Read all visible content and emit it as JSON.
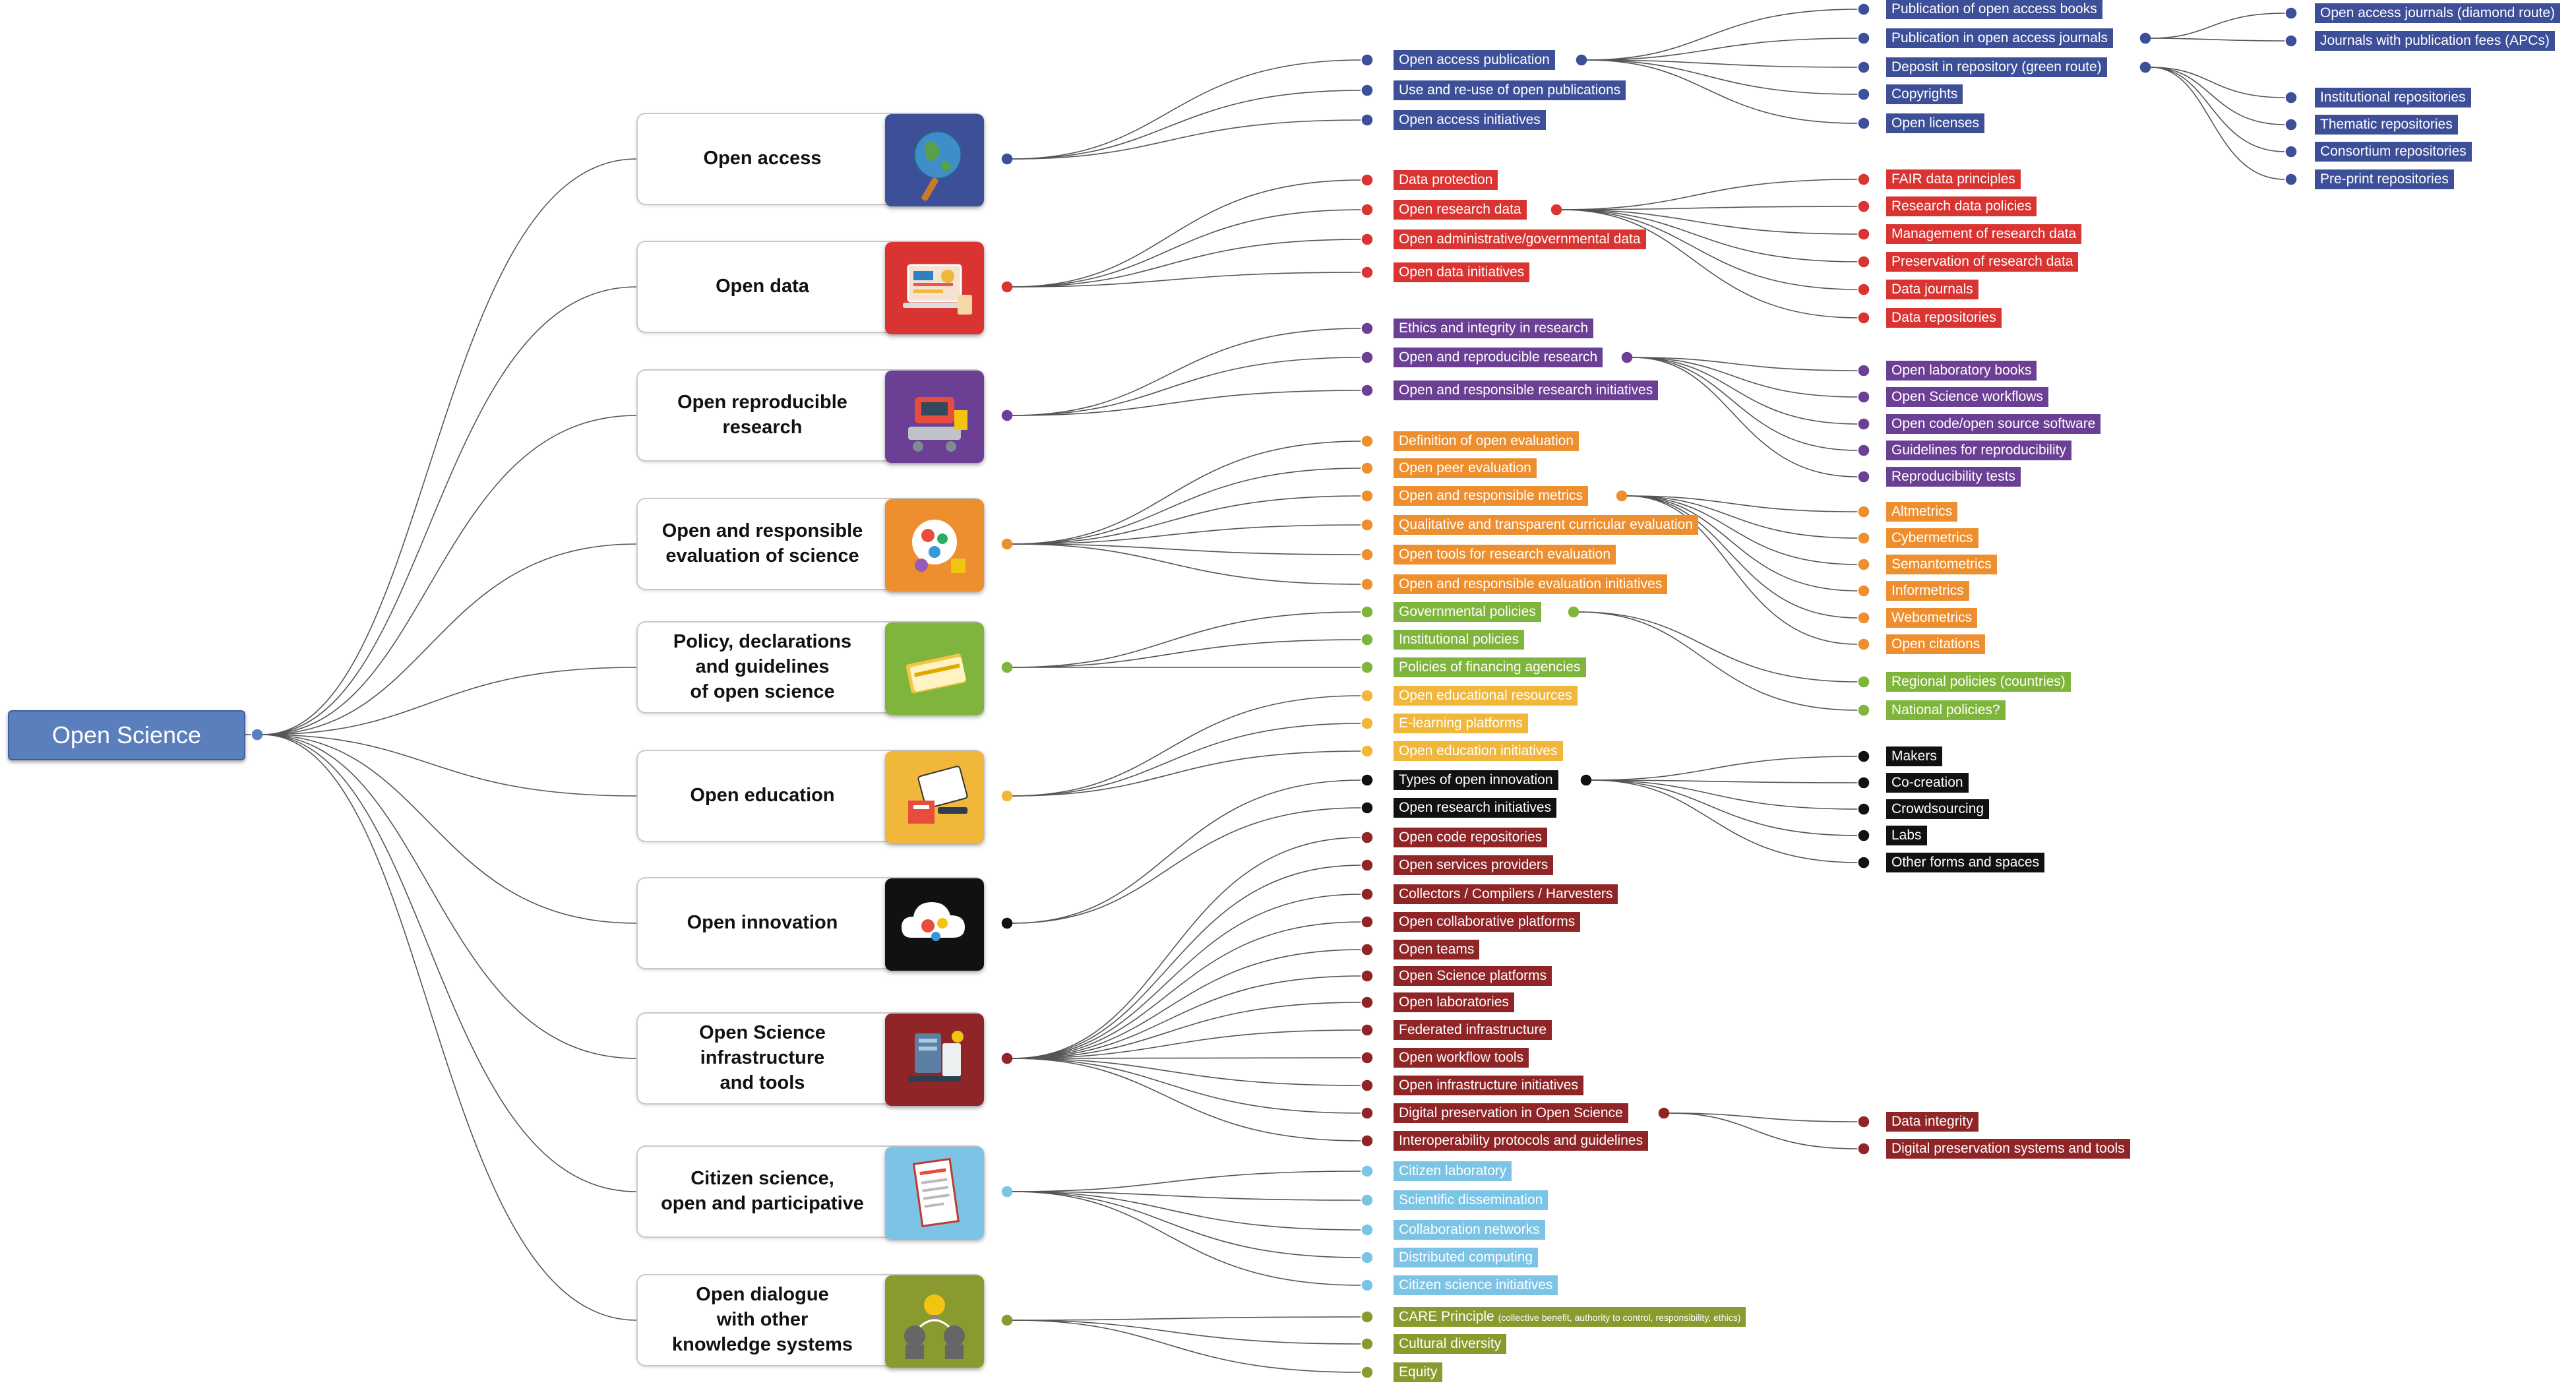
{
  "root": {
    "label": "Open Science",
    "color": "#5b7fbd"
  },
  "categories": [
    {
      "id": "open-access",
      "label": "Open access",
      "color": "#3d4f98",
      "icon": "globe-search-icon",
      "items": [
        {
          "label": "Open access publication"
        },
        {
          "label": "Use and re-use of open publications"
        },
        {
          "label": "Open access initiatives"
        }
      ],
      "subgroups": [
        {
          "parent": 0,
          "items": [
            {
              "label": "Publication of open access books"
            },
            {
              "label": "Publication in open access journals"
            },
            {
              "label": "Deposit in repository (green route)"
            },
            {
              "label": "Copyrights"
            },
            {
              "label": "Open licenses"
            }
          ],
          "subgroups": [
            {
              "parent": 1,
              "items": [
                {
                  "label": "Open access journals (diamond route)"
                },
                {
                  "label": "Journals with publication fees (APCs)"
                }
              ]
            },
            {
              "parent": 2,
              "items": [
                {
                  "label": "Institutional repositories"
                },
                {
                  "label": "Thematic repositories"
                },
                {
                  "label": "Consortium repositories"
                },
                {
                  "label": "Pre-print repositories"
                }
              ]
            }
          ]
        }
      ]
    },
    {
      "id": "open-data",
      "label": "Open data",
      "color": "#d93431",
      "icon": "laptop-data-icon",
      "items": [
        {
          "label": "Data protection"
        },
        {
          "label": "Open research data"
        },
        {
          "label": "Open administrative/governmental data"
        },
        {
          "label": "Open data initiatives"
        }
      ],
      "subgroups": [
        {
          "parent": 1,
          "items": [
            {
              "label": "FAIR data principles"
            },
            {
              "label": "Research data policies"
            },
            {
              "label": "Management of research data"
            },
            {
              "label": "Preservation of research data"
            },
            {
              "label": "Data journals"
            },
            {
              "label": "Data repositories"
            }
          ]
        }
      ]
    },
    {
      "id": "open-reproducible-research",
      "label": "Open reproducible\nresearch",
      "color": "#6b3f94",
      "icon": "lab-robot-icon",
      "items": [
        {
          "label": "Ethics and integrity in research"
        },
        {
          "label": "Open and reproducible research"
        },
        {
          "label": "Open and responsible research initiatives"
        }
      ],
      "subgroups": [
        {
          "parent": 1,
          "items": [
            {
              "label": "Open laboratory books"
            },
            {
              "label": "Open Science workflows"
            },
            {
              "label": "Open code/open source software"
            },
            {
              "label": "Guidelines for reproducibility"
            },
            {
              "label": "Reproducibility tests"
            }
          ]
        }
      ]
    },
    {
      "id": "open-responsible-evaluation",
      "label": "Open and responsible\nevaluation of science",
      "color": "#ee8f2f",
      "icon": "evaluation-icon",
      "items": [
        {
          "label": "Definition of open evaluation"
        },
        {
          "label": "Open peer evaluation"
        },
        {
          "label": "Open and responsible metrics"
        },
        {
          "label": "Qualitative and transparent curricular evaluation"
        },
        {
          "label": "Open tools for research evaluation"
        },
        {
          "label": "Open and responsible evaluation initiatives"
        }
      ],
      "subgroups": [
        {
          "parent": 2,
          "items": [
            {
              "label": "Altmetrics"
            },
            {
              "label": "Cybermetrics"
            },
            {
              "label": "Semantometrics"
            },
            {
              "label": "Informetrics"
            },
            {
              "label": "Webometrics"
            },
            {
              "label": "Open citations"
            }
          ]
        }
      ]
    },
    {
      "id": "policy-declarations",
      "label": "Policy, declarations\nand guidelines\nof open science",
      "color": "#7fb53c",
      "icon": "documents-icon",
      "items": [
        {
          "label": "Governmental policies"
        },
        {
          "label": "Institutional policies"
        },
        {
          "label": "Policies of financing agencies"
        }
      ],
      "subgroups": [
        {
          "parent": 0,
          "items": [
            {
              "label": "Regional policies (countries)"
            },
            {
              "label": "National policies?"
            }
          ]
        }
      ]
    },
    {
      "id": "open-education",
      "label": "Open education",
      "color": "#f0b73b",
      "icon": "laptop-books-icon",
      "items": [
        {
          "label": "Open educational resources"
        },
        {
          "label": "E-learning platforms"
        },
        {
          "label": "Open education initiatives"
        }
      ],
      "subgroups": []
    },
    {
      "id": "open-innovation",
      "label": "Open innovation",
      "color": "#111111",
      "icon": "cloud-gears-icon",
      "items": [
        {
          "label": "Types of open innovation"
        },
        {
          "label": "Open research initiatives"
        }
      ],
      "subgroups": [
        {
          "parent": 0,
          "items": [
            {
              "label": "Makers"
            },
            {
              "label": "Co-creation"
            },
            {
              "label": "Crowdsourcing"
            },
            {
              "label": "Labs"
            },
            {
              "label": "Other forms and spaces"
            }
          ]
        }
      ]
    },
    {
      "id": "open-science-infrastructure",
      "label": "Open Science\ninfrastructure\nand tools",
      "color": "#8f2527",
      "icon": "infrastructure-tools-icon",
      "items": [
        {
          "label": "Open code repositories"
        },
        {
          "label": "Open services providers"
        },
        {
          "label": "Collectors / Compilers / Harvesters"
        },
        {
          "label": "Open collaborative platforms"
        },
        {
          "label": "Open teams"
        },
        {
          "label": "Open Science platforms"
        },
        {
          "label": "Open laboratories"
        },
        {
          "label": "Federated infrastructure"
        },
        {
          "label": "Open workflow tools"
        },
        {
          "label": "Open infrastructure initiatives"
        },
        {
          "label": "Digital preservation in Open Science"
        },
        {
          "label": "Interoperability protocols and guidelines"
        }
      ],
      "subgroups": [
        {
          "parent": 10,
          "items": [
            {
              "label": "Data integrity"
            },
            {
              "label": "Digital preservation systems and tools"
            }
          ]
        }
      ]
    },
    {
      "id": "citizen-science",
      "label": "Citizen science,\nopen and participative",
      "color": "#7cc4e6",
      "icon": "document-list-icon",
      "items": [
        {
          "label": "Citizen laboratory"
        },
        {
          "label": "Scientific dissemination"
        },
        {
          "label": "Collaboration networks"
        },
        {
          "label": "Distributed computing"
        },
        {
          "label": "Citizen science initiatives"
        }
      ],
      "subgroups": []
    },
    {
      "id": "open-dialogue",
      "label": "Open dialogue\nwith other\nknowledge systems",
      "color": "#8b9a2e",
      "icon": "dialogue-heads-icon",
      "items": [
        {
          "label": "CARE Principle",
          "note": "(collective benefit, authority to control, responsibility, ethics)"
        },
        {
          "label": "Cultural diversity"
        },
        {
          "label": "Equity"
        }
      ],
      "subgroups": []
    }
  ]
}
